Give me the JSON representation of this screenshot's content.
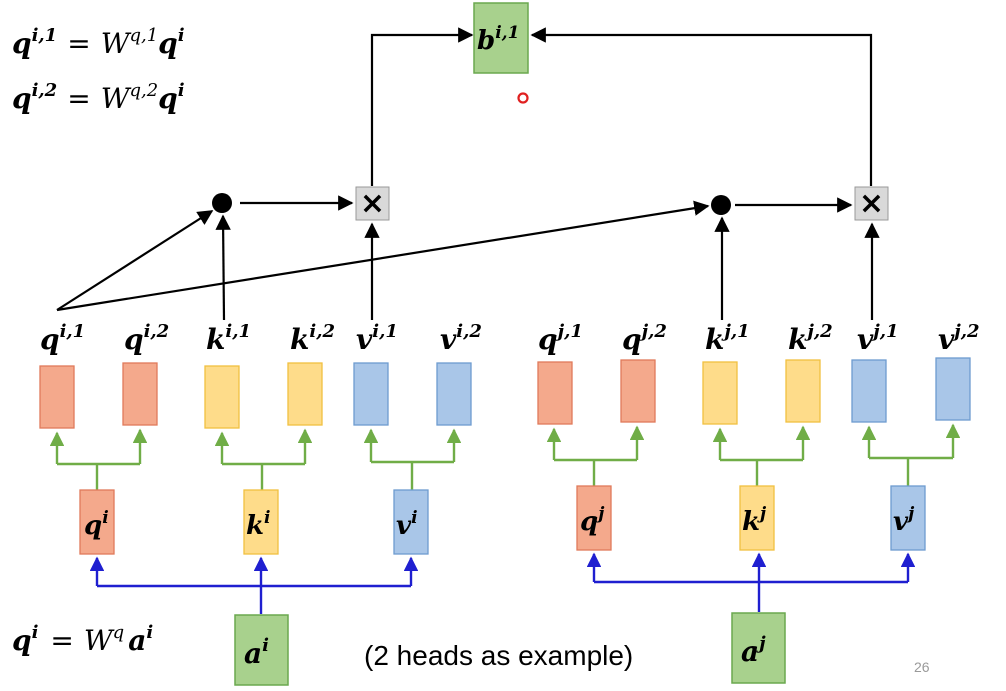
{
  "equations": {
    "eq1": {
      "lhs": "q",
      "lhs_sup": "i,1",
      "w_sup": "q,1",
      "rhs": "q",
      "rhs_sup": "i"
    },
    "eq2": {
      "lhs": "q",
      "lhs_sup": "i,2",
      "w_sup": "q,2",
      "rhs": "q",
      "rhs_sup": "i"
    },
    "eq3": {
      "lhs": "q",
      "lhs_sup": "i",
      "w_sup": "q",
      "rhs": "a",
      "rhs_sup": "i"
    },
    "eq_symbol": "=",
    "w_symbol": "W"
  },
  "output": {
    "symbol": "b",
    "sup": "i,1"
  },
  "multiply_symbol": "×",
  "heads_i": [
    {
      "symbol": "q",
      "sup": "i,1"
    },
    {
      "symbol": "q",
      "sup": "i,2"
    },
    {
      "symbol": "k",
      "sup": "i,1"
    },
    {
      "symbol": "k",
      "sup": "i,2"
    },
    {
      "symbol": "v",
      "sup": "i,1"
    },
    {
      "symbol": "v",
      "sup": "i,2"
    }
  ],
  "heads_j": [
    {
      "symbol": "q",
      "sup": "j,1"
    },
    {
      "symbol": "q",
      "sup": "j,2"
    },
    {
      "symbol": "k",
      "sup": "j,1"
    },
    {
      "symbol": "k",
      "sup": "j,2"
    },
    {
      "symbol": "v",
      "sup": "j,1"
    },
    {
      "symbol": "v",
      "sup": "j,2"
    }
  ],
  "mid_i": [
    {
      "symbol": "q",
      "sup": "i"
    },
    {
      "symbol": "k",
      "sup": "i"
    },
    {
      "symbol": "v",
      "sup": "i"
    }
  ],
  "mid_j": [
    {
      "symbol": "q",
      "sup": "j"
    },
    {
      "symbol": "k",
      "sup": "j"
    },
    {
      "symbol": "v",
      "sup": "j"
    }
  ],
  "inputs": [
    {
      "symbol": "a",
      "sup": "i"
    },
    {
      "symbol": "a",
      "sup": "j"
    }
  ],
  "caption": "(2 heads as example)",
  "page_number": "26",
  "colors": {
    "q_fill": "#f4a98c",
    "q_stroke": "#e07a5a",
    "k_fill": "#fedc8a",
    "k_stroke": "#f0c040",
    "v_fill": "#a9c6e8",
    "v_stroke": "#6e9ccf",
    "green_fill": "#a8d18d",
    "green_stroke": "#6aa84f",
    "split_line": "#70ad47",
    "input_line": "#1f1fd0",
    "mult_fill": "#d9d9d9",
    "pointer": "#e02020"
  }
}
